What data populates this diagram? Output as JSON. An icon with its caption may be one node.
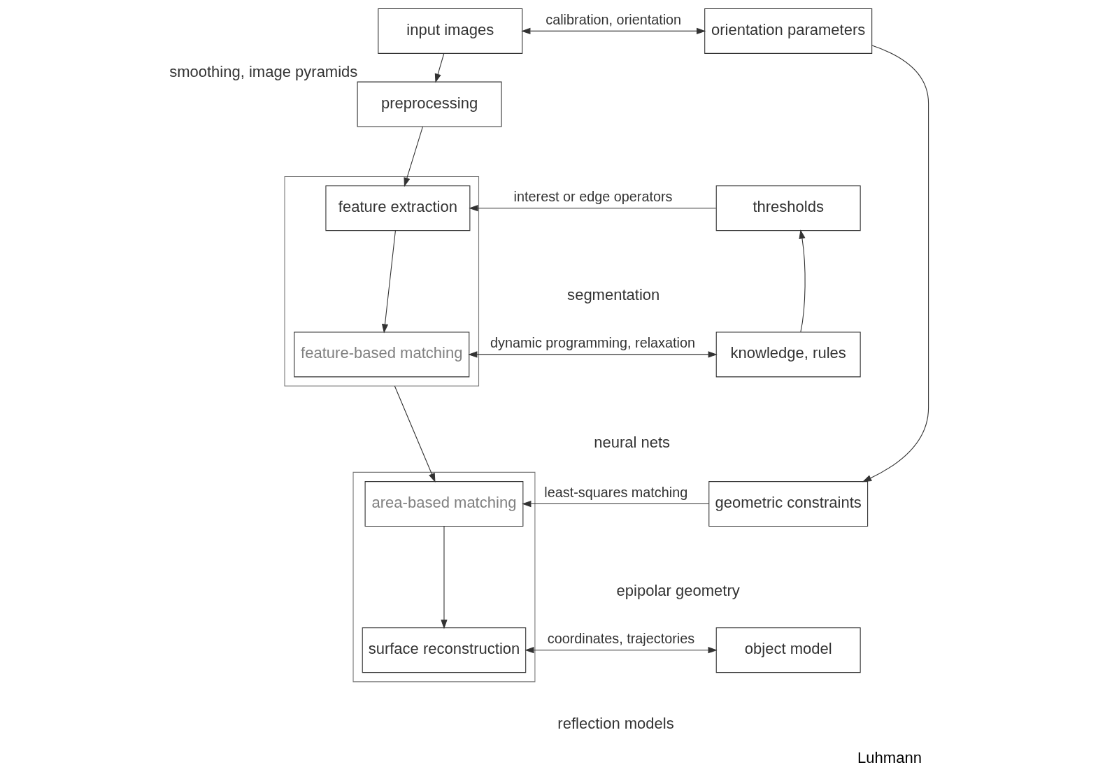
{
  "diagram": {
    "caption": "Luhmann",
    "nodes": [
      {
        "text": [
          "input images"
        ]
      },
      {
        "text": [
          "orientation parameters"
        ]
      },
      {
        "text": [
          "preprocessing"
        ],
        "beside": [
          "smoothing, image pyramids"
        ]
      },
      {
        "text": [],
        "shape": "box"
      },
      {
        "text": [
          "feature extraction"
        ],
        "in": 3
      },
      {
        "text": [
          "thresholds"
        ]
      },
      {
        "text": [
          "feature-based matching"
        ],
        "in": 3
      },
      {
        "text": [
          "knowledge, rules"
        ]
      },
      {
        "text": [],
        "shape": "box"
      },
      {
        "text": [
          "area-based matching"
        ],
        "in": 8
      },
      {
        "text": [
          "geometric constraints"
        ]
      },
      {
        "text": [
          "surface reconstruction"
        ],
        "in": 8
      },
      {
        "text": [
          "object model"
        ]
      }
    ],
    "edges": [
      {
        "from": 0,
        "to": 1,
        "arrow": "both",
        "label": "calibration, orientation"
      },
      {
        "from": 0,
        "to": 2,
        "arrow": "to"
      },
      {
        "from": 2,
        "to": 4,
        "arrow": "to"
      },
      {
        "from": 5,
        "to": 4,
        "arrow": "to",
        "label": "interest or edge operators"
      },
      {
        "from": 4,
        "to": 6,
        "arrow": "to"
      },
      {
        "from": 6,
        "to": 7,
        "arrow": "both",
        "label": "dynamic programming, relaxation"
      },
      {
        "from": 7,
        "to": 5,
        "arrow": "to"
      },
      {
        "from": 3,
        "to": 9,
        "arrow": "to"
      },
      {
        "from": 10,
        "to": 9,
        "arrow": "to",
        "label": "least-squares matching"
      },
      {
        "from": 9,
        "to": 11,
        "arrow": "to"
      },
      {
        "from": 11,
        "to": 12,
        "arrow": "both",
        "label": "coordinates, trajectories"
      },
      {
        "from": 1,
        "to": 10,
        "arrow": "to"
      }
    ],
    "labels": [
      "segmentation",
      "neural nets",
      "epipolar geometry",
      "reflection models"
    ]
  }
}
